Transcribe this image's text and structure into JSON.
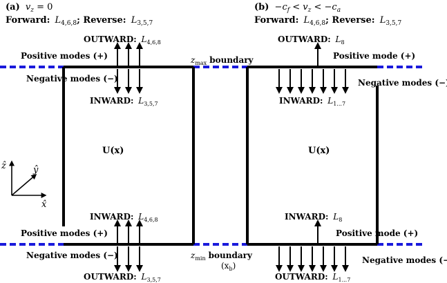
{
  "panels": {
    "a": {
      "heading_letter": "(a)",
      "heading_condition": "v",
      "heading_condition_sub": "z",
      "heading_condition_rest": " = 0",
      "forward_label": "Forward:",
      "forward_value": "L",
      "forward_sub": "4,6,8",
      "reverse_label": "; Reverse:",
      "reverse_value": "L",
      "reverse_sub": "3,5,7",
      "top_outward_label": "OUTWARD:",
      "top_outward_value": "L",
      "top_outward_sub": "4,6,8",
      "top_positive": "Positive modes (+)",
      "top_negative": "Negative modes (−)",
      "top_inward_label": "INWARD:",
      "top_inward_value": "L",
      "top_inward_sub": "3,5,7",
      "field_label": "U(x)",
      "bottom_inward_label": "INWARD:",
      "bottom_inward_value": "L",
      "bottom_inward_sub": "4,6,8",
      "bottom_positive": "Positive modes (+)",
      "bottom_negative": "Negative modes (−)",
      "bottom_outward_label": "OUTWARD:",
      "bottom_outward_value": "L",
      "bottom_outward_sub": "3,5,7"
    },
    "b": {
      "heading_letter": "(b)",
      "heading_condition": "−c",
      "heading_condition_sub": "f",
      "heading_condition_mid": " < v",
      "heading_condition_mid_sub": "z",
      "heading_condition_end": " < −c",
      "heading_condition_end_sub": "a",
      "forward_label": "Forward:",
      "forward_value": "L",
      "forward_sub": "4,6,8",
      "reverse_label": "; Reverse:",
      "reverse_value": "L",
      "reverse_sub": "3,5,7",
      "top_outward_label": "OUTWARD:",
      "top_outward_value": "L",
      "top_outward_sub": "8",
      "top_positive": "Positive mode (+)",
      "top_negative": "Negative modes (−)",
      "top_inward_label": "INWARD:",
      "top_inward_value": "L",
      "top_inward_sub": "1...7",
      "field_label": "U(x)",
      "bottom_inward_label": "INWARD:",
      "bottom_inward_value": "L",
      "bottom_inward_sub": "8",
      "bottom_positive": "Positive mode (+)",
      "bottom_negative": "Negative modes (−)",
      "bottom_outward_label": "OUTWARD:",
      "bottom_outward_value": "L",
      "bottom_outward_sub": "1...7"
    }
  },
  "boundaries": {
    "top_symbol": "z",
    "top_symbol_sub": "max",
    "top_word": "boundary",
    "bottom_symbol": "z",
    "bottom_symbol_sub": "min",
    "bottom_word": "boundary",
    "bottom_extra": "(x",
    "bottom_extra_sub": "b",
    "bottom_extra_close": ")"
  },
  "axes": {
    "z_label": "ẑ",
    "y_label": "ŷ",
    "x_label": "x̂"
  },
  "colors": {
    "boundary_dash": "#1a1adb",
    "ink": "#000000"
  }
}
